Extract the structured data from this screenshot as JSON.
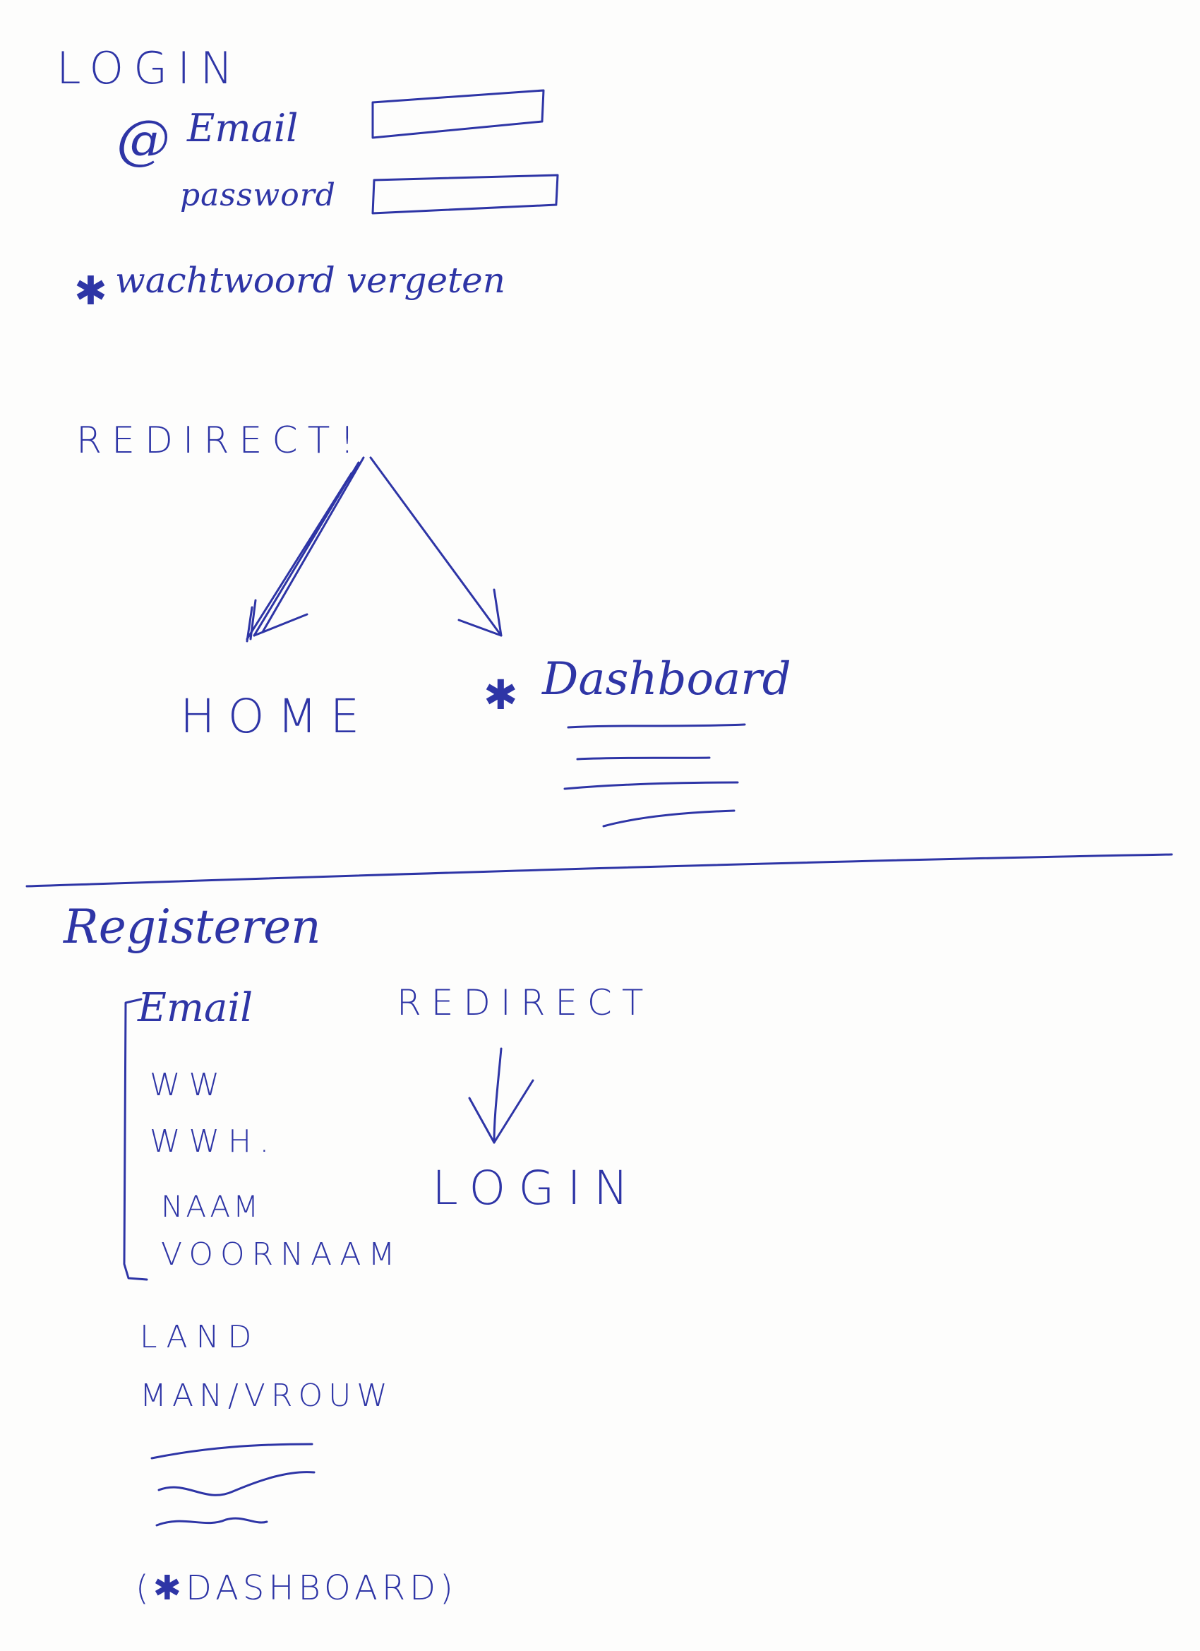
{
  "ink_color": "#2e35a6",
  "login": {
    "title": "LOGIN",
    "email_icon": "@",
    "email_label": "Email",
    "password_label": "password",
    "forgot_marker": "✱",
    "forgot_label": "wachtwoord vergeten"
  },
  "redirect_top": {
    "label": "REDIRECT!",
    "home": "HOME",
    "dashboard_marker": "✱",
    "dashboard": "Dashboard"
  },
  "register": {
    "title": "Registeren",
    "fields": [
      "Email",
      "WW",
      "WWH.",
      "NAAM",
      "VOORNAAM"
    ],
    "extra_fields": [
      "LAND",
      "MAN/VROUW"
    ],
    "dashboard_note": "(✱DASHBOARD)",
    "redirect_label": "REDIRECT",
    "redirect_target": "LOGIN"
  }
}
